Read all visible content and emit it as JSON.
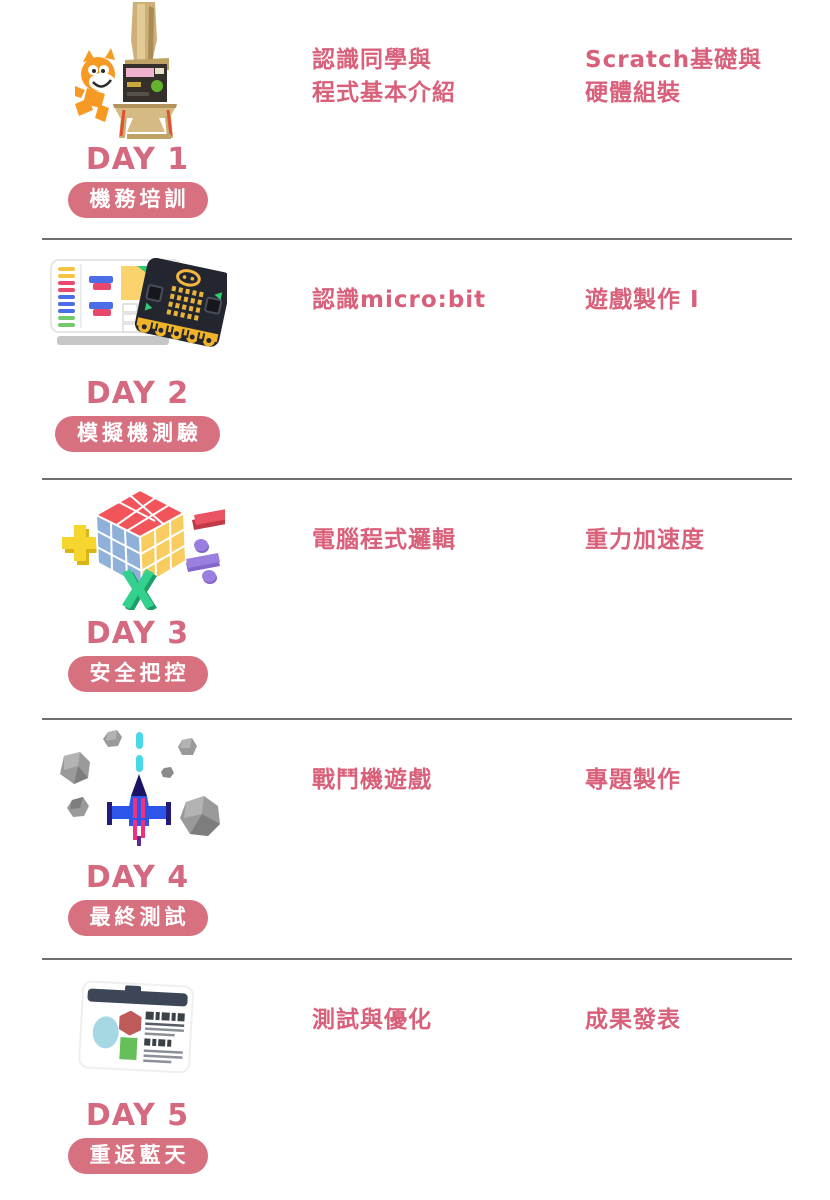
{
  "colors": {
    "accent_pink_text": "#d9607a",
    "day_label_pink": "#d4697f",
    "badge_background": "#d7707f",
    "badge_text": "#ffffff",
    "divider_gray": "#6f6f6f",
    "background": "#ffffff"
  },
  "rows": [
    {
      "day": "DAY 1",
      "badge": "機務培訓",
      "illustration": "scratch-cat-with-wooden-robot",
      "topic_left": {
        "line1": "認識同學與",
        "line2": "程式基本介紹"
      },
      "topic_right": {
        "line1": "Scratch基礎與",
        "line2": "硬體組裝"
      }
    },
    {
      "day": "DAY 2",
      "badge": "模擬機測驗",
      "illustration": "laptop-with-microbit-board",
      "topic_left": {
        "line1": "認識micro:bit"
      },
      "topic_right": {
        "line1": "遊戲製作 I"
      }
    },
    {
      "day": "DAY 3",
      "badge": "安全把控",
      "illustration": "rubiks-cube-with-math-symbols",
      "topic_left": {
        "line1": "電腦程式邏輯"
      },
      "topic_right": {
        "line1": "重力加速度"
      }
    },
    {
      "day": "DAY 4",
      "badge": "最終測試",
      "illustration": "pixel-spaceship-shooter-game",
      "topic_left": {
        "line1": "戰鬥機遊戲"
      },
      "topic_right": {
        "line1": "專題製作"
      }
    },
    {
      "day": "DAY 5",
      "badge": "重返藍天",
      "illustration": "presentation-slide-board",
      "topic_left": {
        "line1": "測試與優化"
      },
      "topic_right": {
        "line1": "成果發表"
      }
    }
  ]
}
